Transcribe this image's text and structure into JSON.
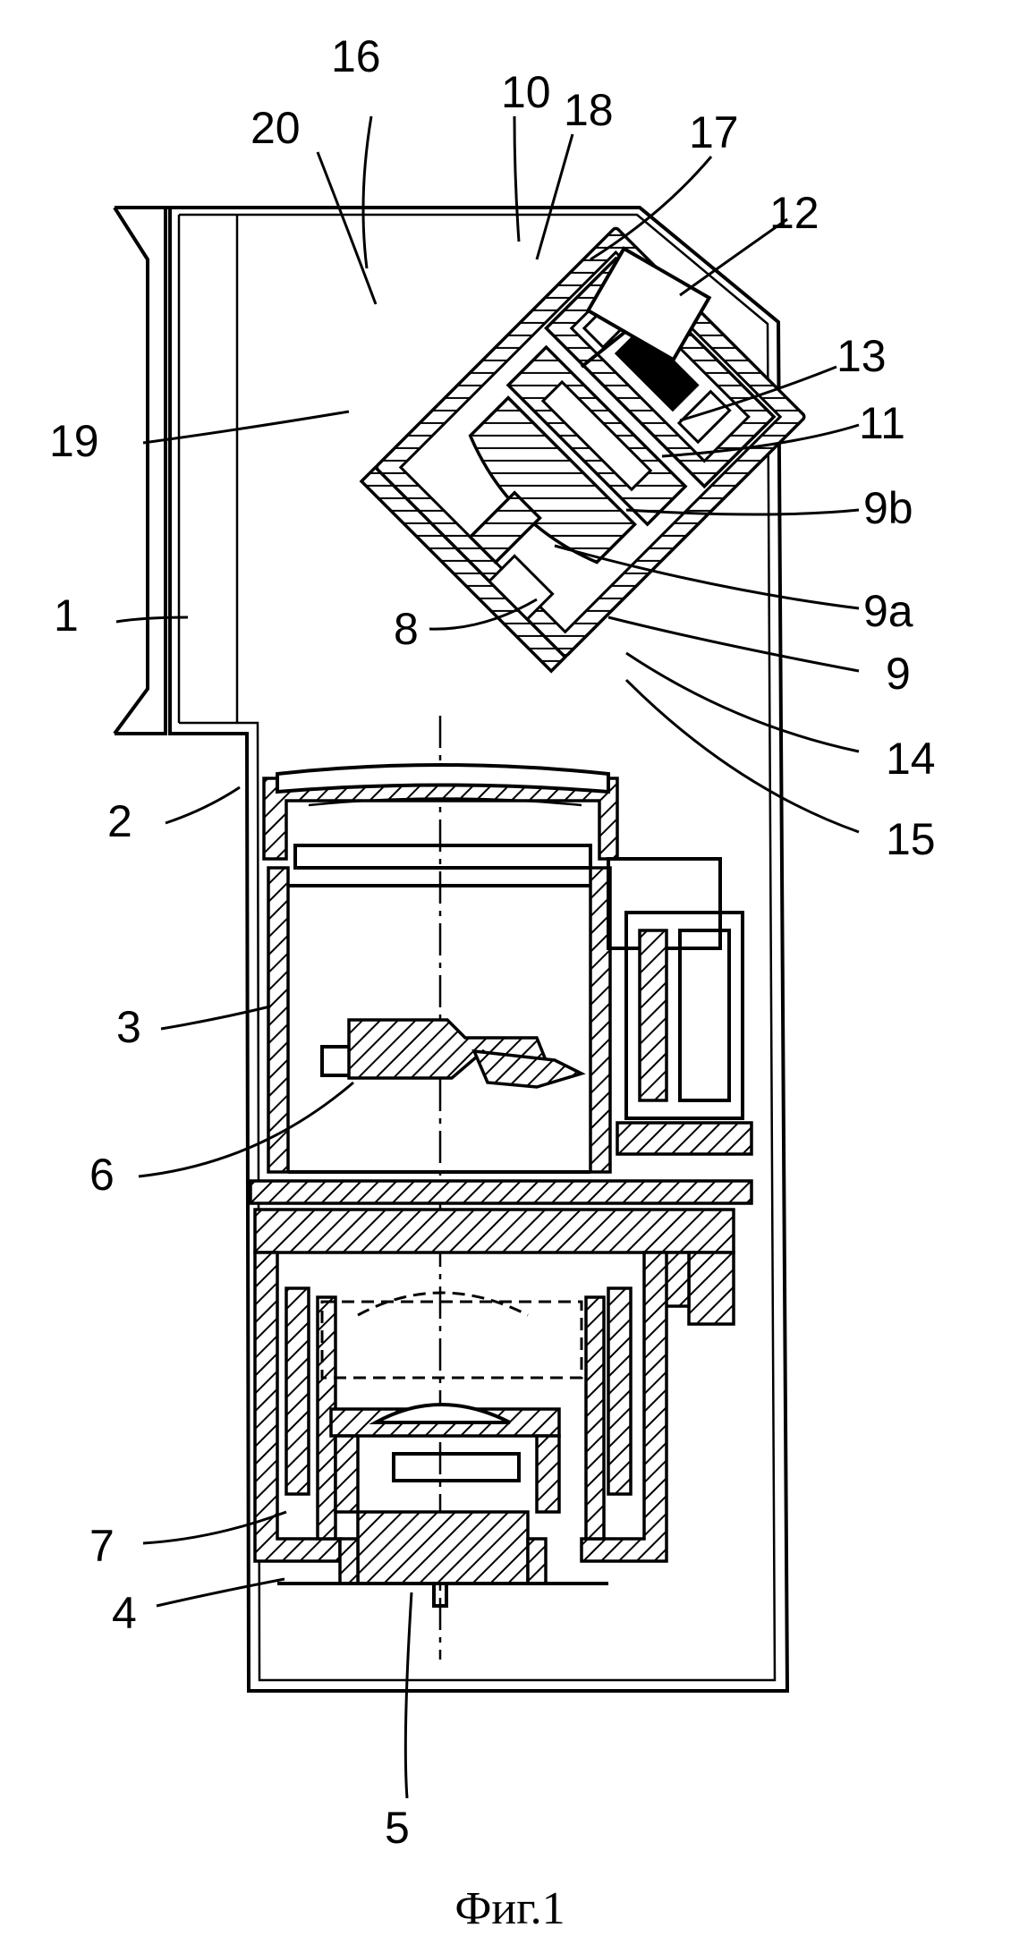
{
  "figure": {
    "caption": "Фиг.1"
  },
  "labels": {
    "l1": "1",
    "l2": "2",
    "l3": "3",
    "l4": "4",
    "l5": "5",
    "l6": "6",
    "l7": "7",
    "l8": "8",
    "l9": "9",
    "l9a": "9a",
    "l9b": "9b",
    "l10": "10",
    "l11": "11",
    "l12": "12",
    "l13": "13",
    "l14": "14",
    "l15": "15",
    "l16": "16",
    "l17": "17",
    "l18": "18",
    "l19": "19",
    "l20": "20"
  }
}
